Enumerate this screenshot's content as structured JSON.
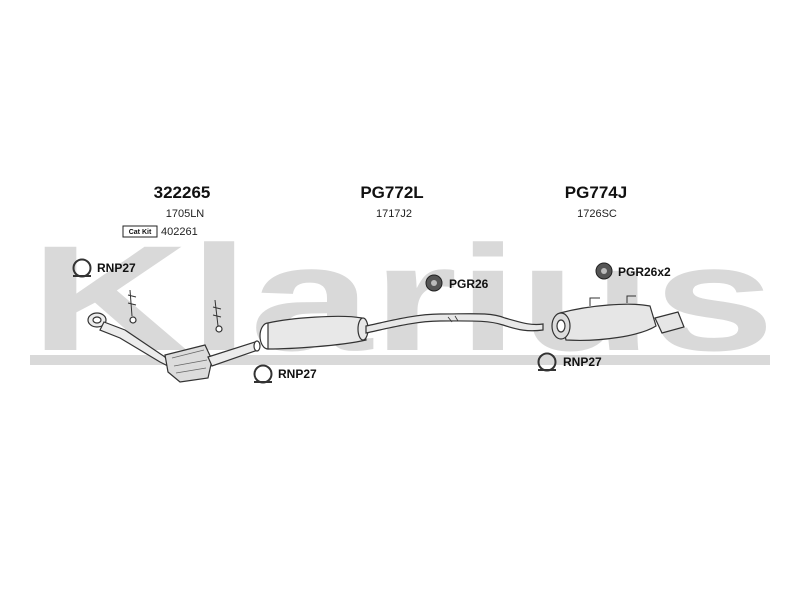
{
  "watermark": {
    "text": "Klarius"
  },
  "parts": [
    {
      "code": "322265",
      "ref": "1705LN",
      "kit_label": "Cat Kit",
      "kit_ref": "402261"
    },
    {
      "code": "PG772L",
      "ref": "1717J2"
    },
    {
      "code": "PG774J",
      "ref": "1726SC"
    }
  ],
  "callouts": [
    {
      "label": "RNP27",
      "icon": "clamp-ring-icon"
    },
    {
      "label": "RNP27",
      "icon": "clamp-ring-icon"
    },
    {
      "label": "RNP27",
      "icon": "clamp-ring-icon"
    },
    {
      "label": "PGR26",
      "icon": "rubber-mount-icon"
    },
    {
      "label": "PGR26x2",
      "icon": "rubber-mount-icon"
    }
  ],
  "colors": {
    "watermark": "#d9d9d9",
    "line": "#333333",
    "part_fill": "#e8e8e8"
  }
}
